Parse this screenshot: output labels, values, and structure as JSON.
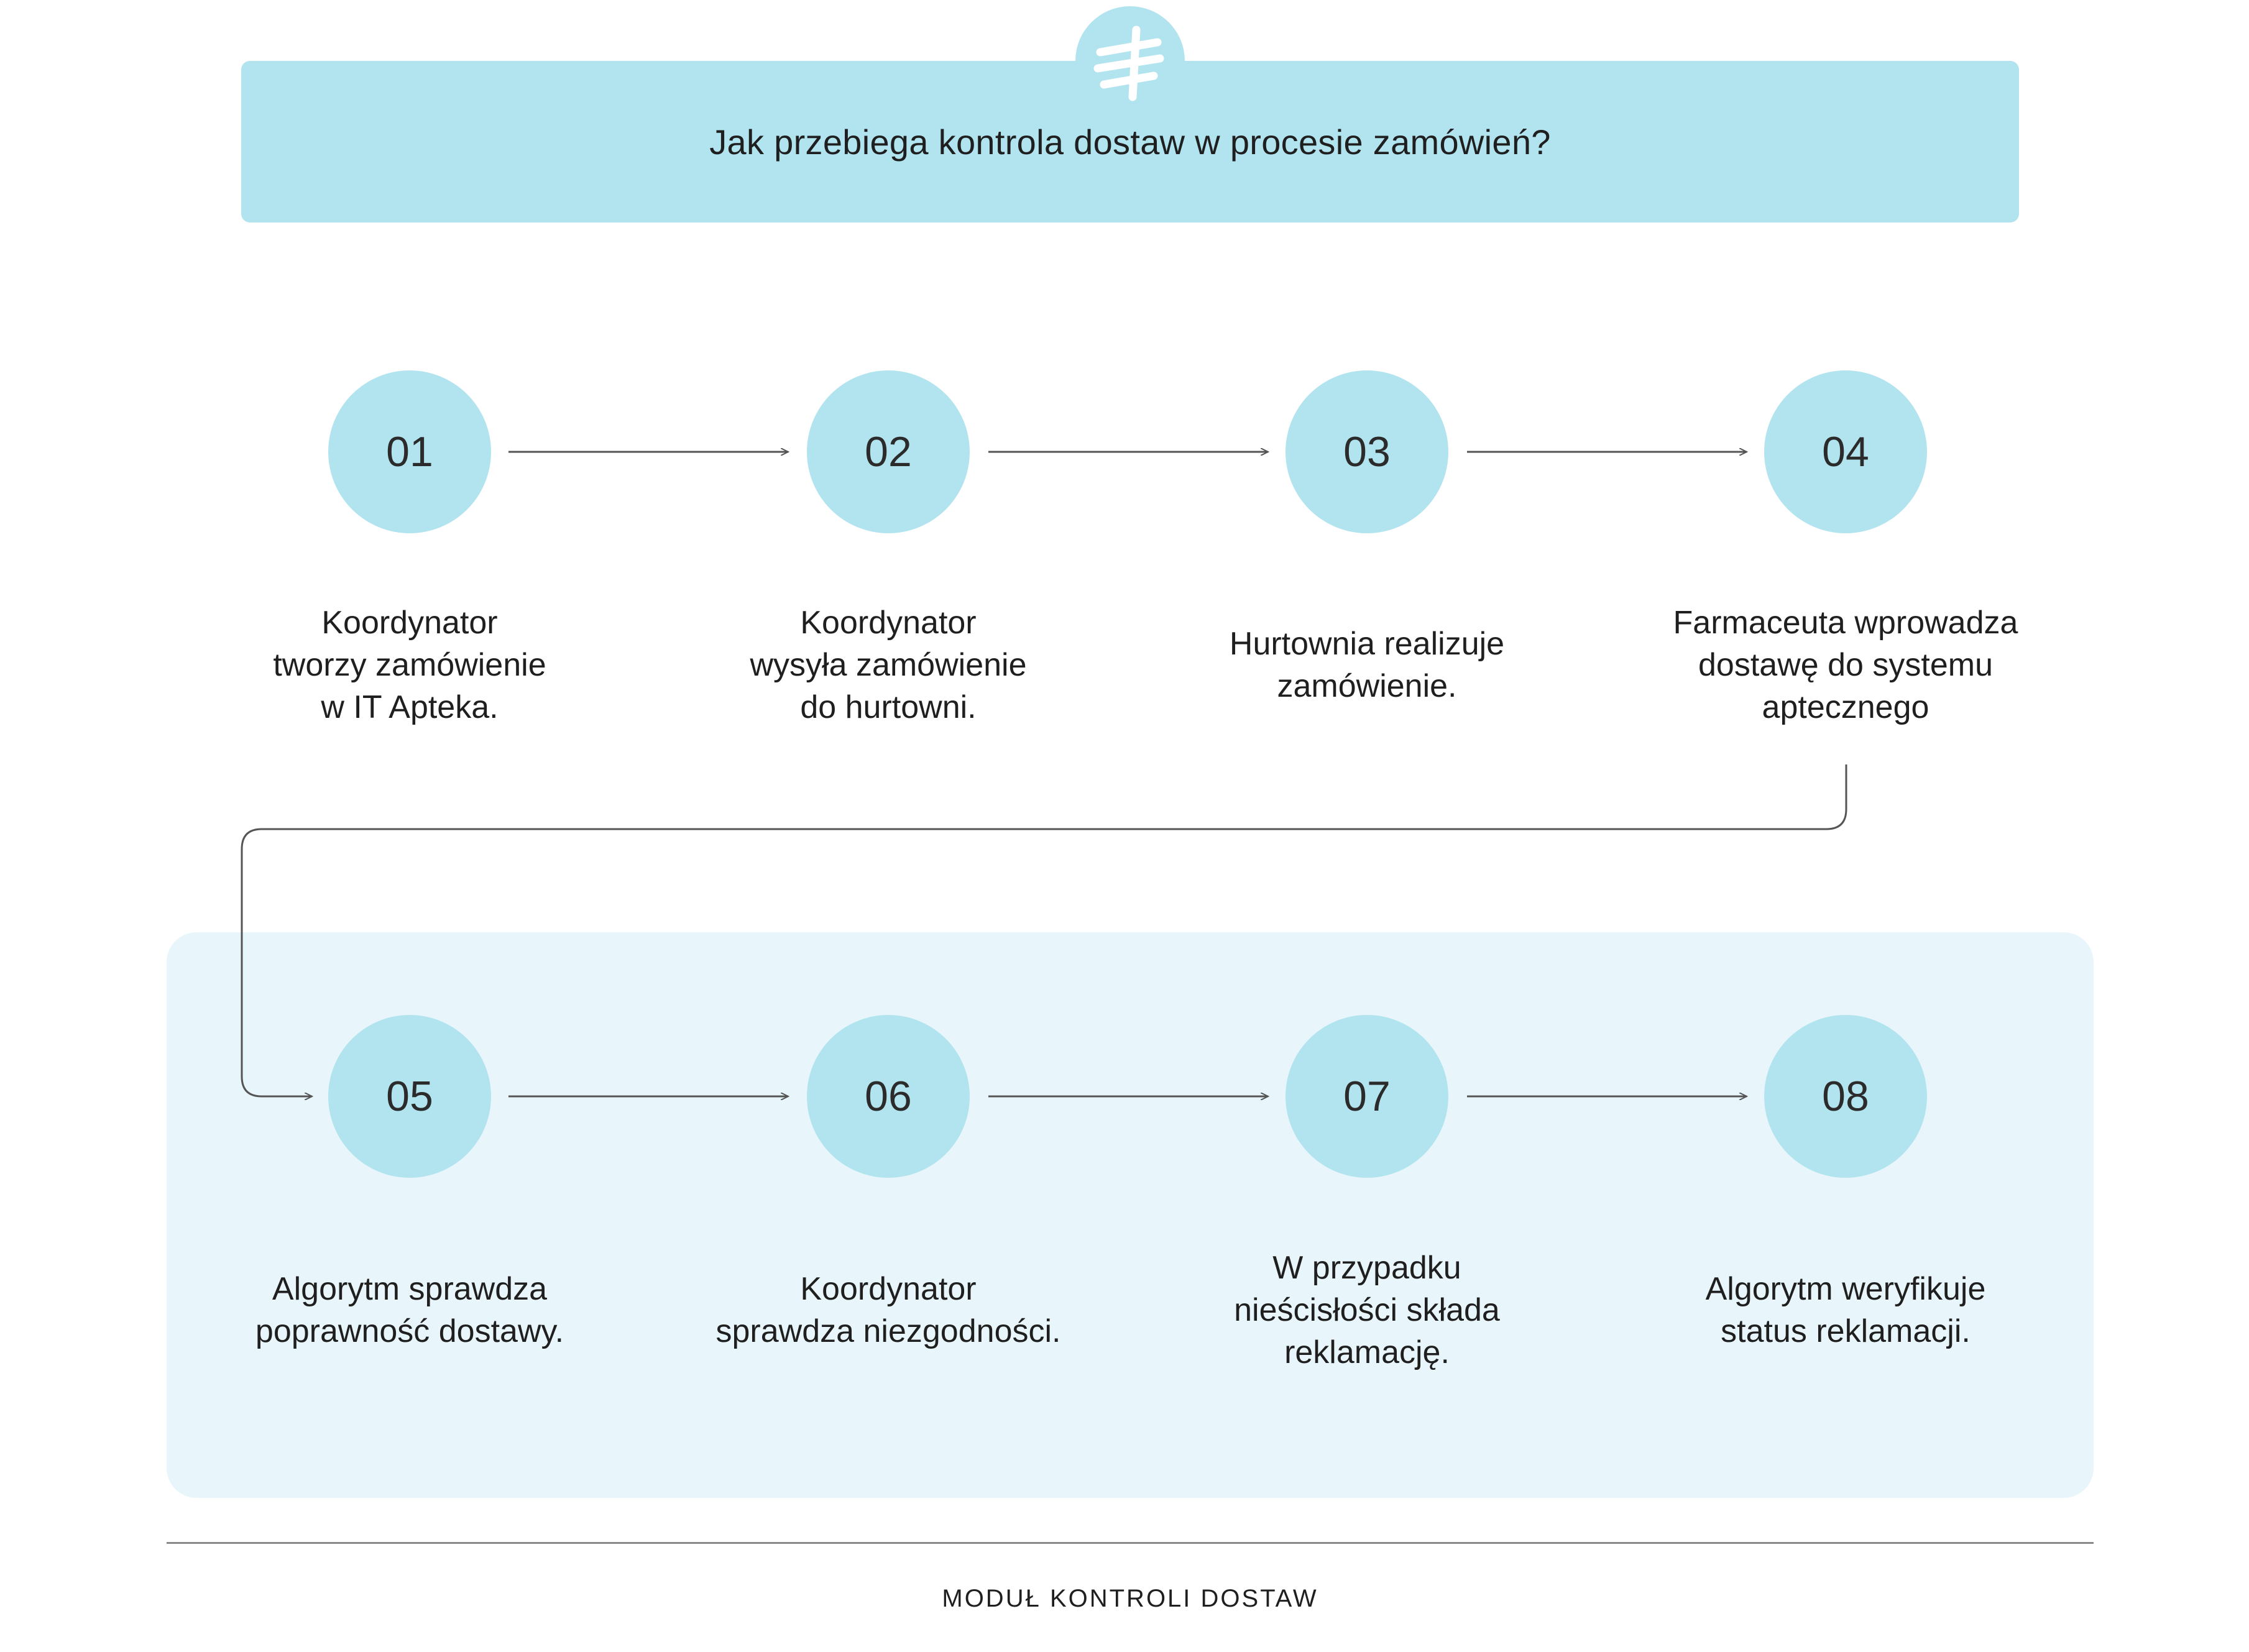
{
  "header": {
    "title": "Jak przebiega kontrola dostaw w procesie zamówień?"
  },
  "logo": {
    "icon": "brand-logo-icon"
  },
  "steps": [
    {
      "number": "01",
      "label": "Koordynator\ntworzy zamówienie\nw IT Apteka."
    },
    {
      "number": "02",
      "label": "Koordynator\nwysyła zamówienie\ndo hurtowni."
    },
    {
      "number": "03",
      "label": "Hurtownia realizuje\nzamówienie."
    },
    {
      "number": "04",
      "label": "Farmaceuta wprowadza\ndostawę do systemu\naptecznego"
    },
    {
      "number": "05",
      "label": "Algorytm sprawdza\npoprawność dostawy."
    },
    {
      "number": "06",
      "label": "Koordynator\nsprawdza niezgodności."
    },
    {
      "number": "07",
      "label": "W przypadku\nnieścisłości składa\nreklamację."
    },
    {
      "number": "08",
      "label": "Algorytm weryfikuje\nstatus reklamacji."
    }
  ],
  "footer": {
    "caption": "MODUŁ KONTROLI DOSTAW"
  },
  "colors": {
    "accent": "#b2e4f0",
    "panel": "#e8f6fb",
    "line": "#555555"
  }
}
